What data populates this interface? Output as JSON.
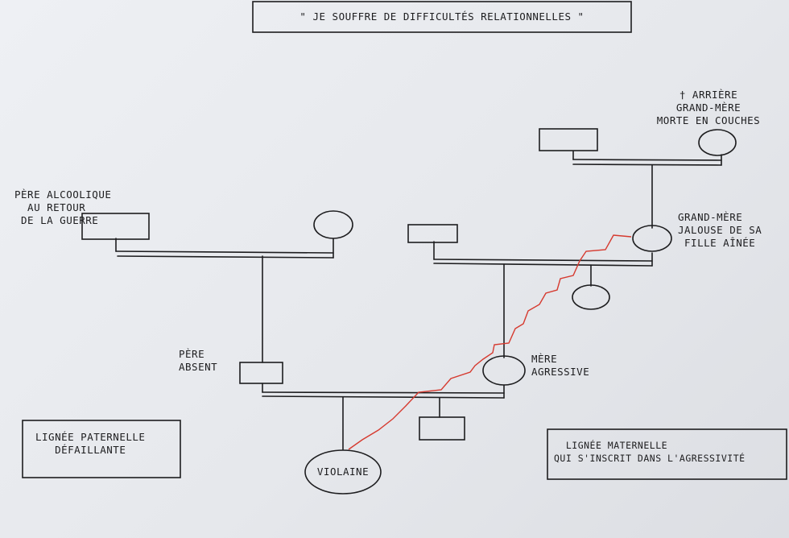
{
  "title": "\" JE SOUFFRE DE DIFFICULTÉS RELATIONNELLES \"",
  "labels": {
    "grandfather_paternal": "PÈRE ALCOOLIQUE\n  AU RETOUR\n DE LA GUERRE",
    "great_grandmother": "† ARRIÈRE\nGRAND-MÈRE\nMORTE EN COUCHES",
    "grandmother_maternal": "GRAND-MÈRE\nJALOUSE DE SA\n FILLE AÎNÉE",
    "father": "PÈRE\nABSENT",
    "mother": "MÈRE\nAGRESSIVE",
    "self": "VIOLAINE"
  },
  "legend": {
    "paternal": "LIGNÉE PATERNELLE\n   DÉFAILLANTE",
    "maternal": "  LIGNÉE MATERNELLE\nQUI S'INSCRIT DANS L'AGRESSIVITÉ"
  },
  "colors": {
    "ink": "#1d1d1f",
    "aggression_line": "#d63a2f",
    "paper": "#eceef2"
  }
}
